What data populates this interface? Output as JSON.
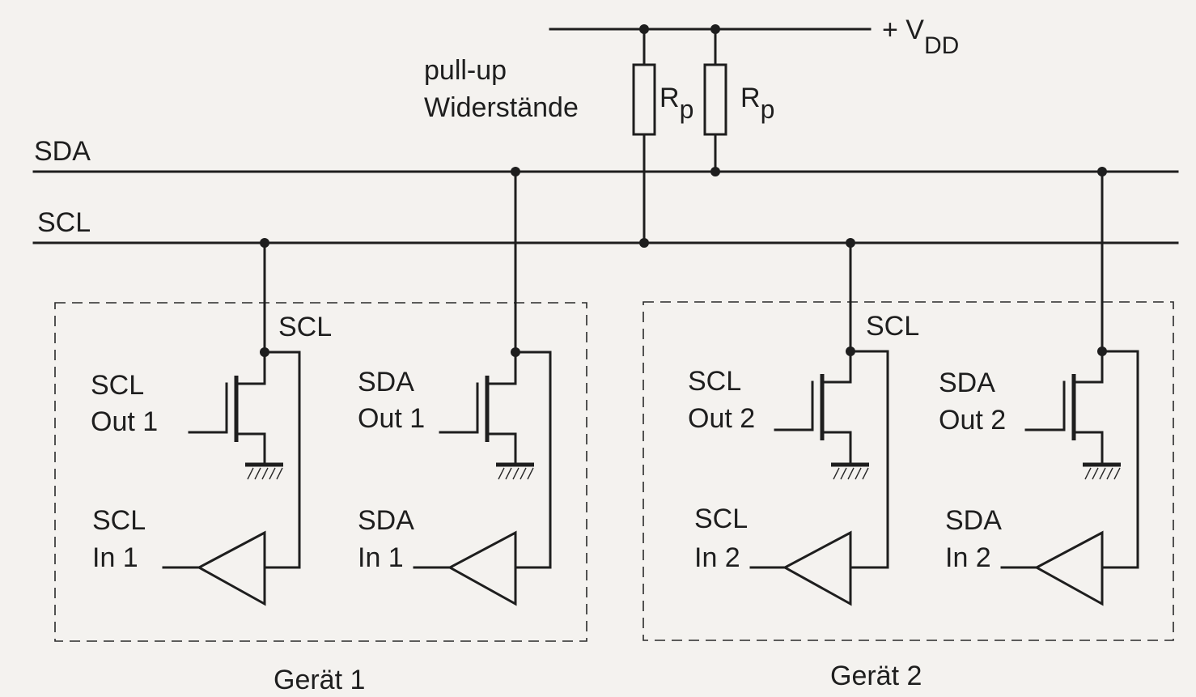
{
  "labels": {
    "vdd_prefix": "+ V",
    "vdd_sub": "DD",
    "pullup_line1": "pull-up",
    "pullup_line2": "Widerstände",
    "rp_main": "R",
    "rp_sub": "p",
    "bus_sda": "SDA",
    "bus_scl": "SCL"
  },
  "devices": [
    {
      "name": "Gerät 1",
      "scl_tap": "SCL",
      "scl_out": [
        "SCL",
        "Out 1"
      ],
      "sda_out": [
        "SDA",
        "Out 1"
      ],
      "scl_in": [
        "SCL",
        "In 1"
      ],
      "sda_in": [
        "SDA",
        "In 1"
      ]
    },
    {
      "name": "Gerät 2",
      "scl_tap": "SCL",
      "scl_out": [
        "SCL",
        "Out 2"
      ],
      "sda_out": [
        "SDA",
        "Out 2"
      ],
      "scl_in": [
        "SCL",
        "In 2"
      ],
      "sda_in": [
        "SDA",
        "In 2"
      ]
    }
  ]
}
